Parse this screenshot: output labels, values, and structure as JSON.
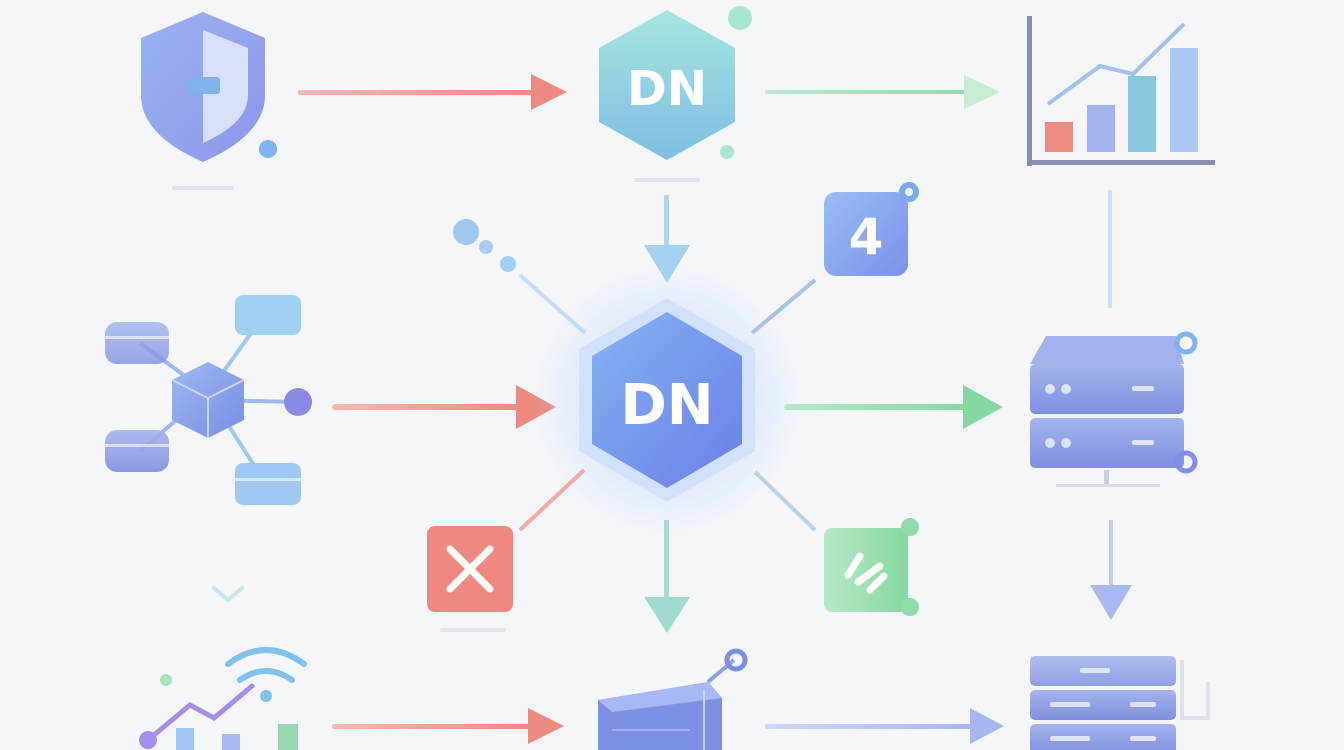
{
  "nodes": {
    "top_center_label": "DN",
    "center_label": "DN",
    "counter_badge_value": "4"
  },
  "colors": {
    "background": "#f4f6fa",
    "arrow_red": "#ef8e86",
    "arrow_green": "#8fd9a8",
    "arrow_teal": "#9fded4",
    "arrow_blue": "#a9b8f0",
    "hub_blue": "#6f93ea",
    "teal_node": "#79c9d8",
    "error_red": "#ee7c72",
    "success_green": "#8fdba9",
    "badge_blue": "#7ea8ef"
  },
  "icons": [
    "shield-icon",
    "dn-teal-node-icon",
    "bar-chart-icon",
    "database-cluster-icon",
    "dn-hub-icon",
    "counter-badge-icon",
    "error-x-icon",
    "success-check-icon",
    "server-rack-icon",
    "signal-trend-icon",
    "storage-block-icon",
    "server-stack-icon"
  ]
}
